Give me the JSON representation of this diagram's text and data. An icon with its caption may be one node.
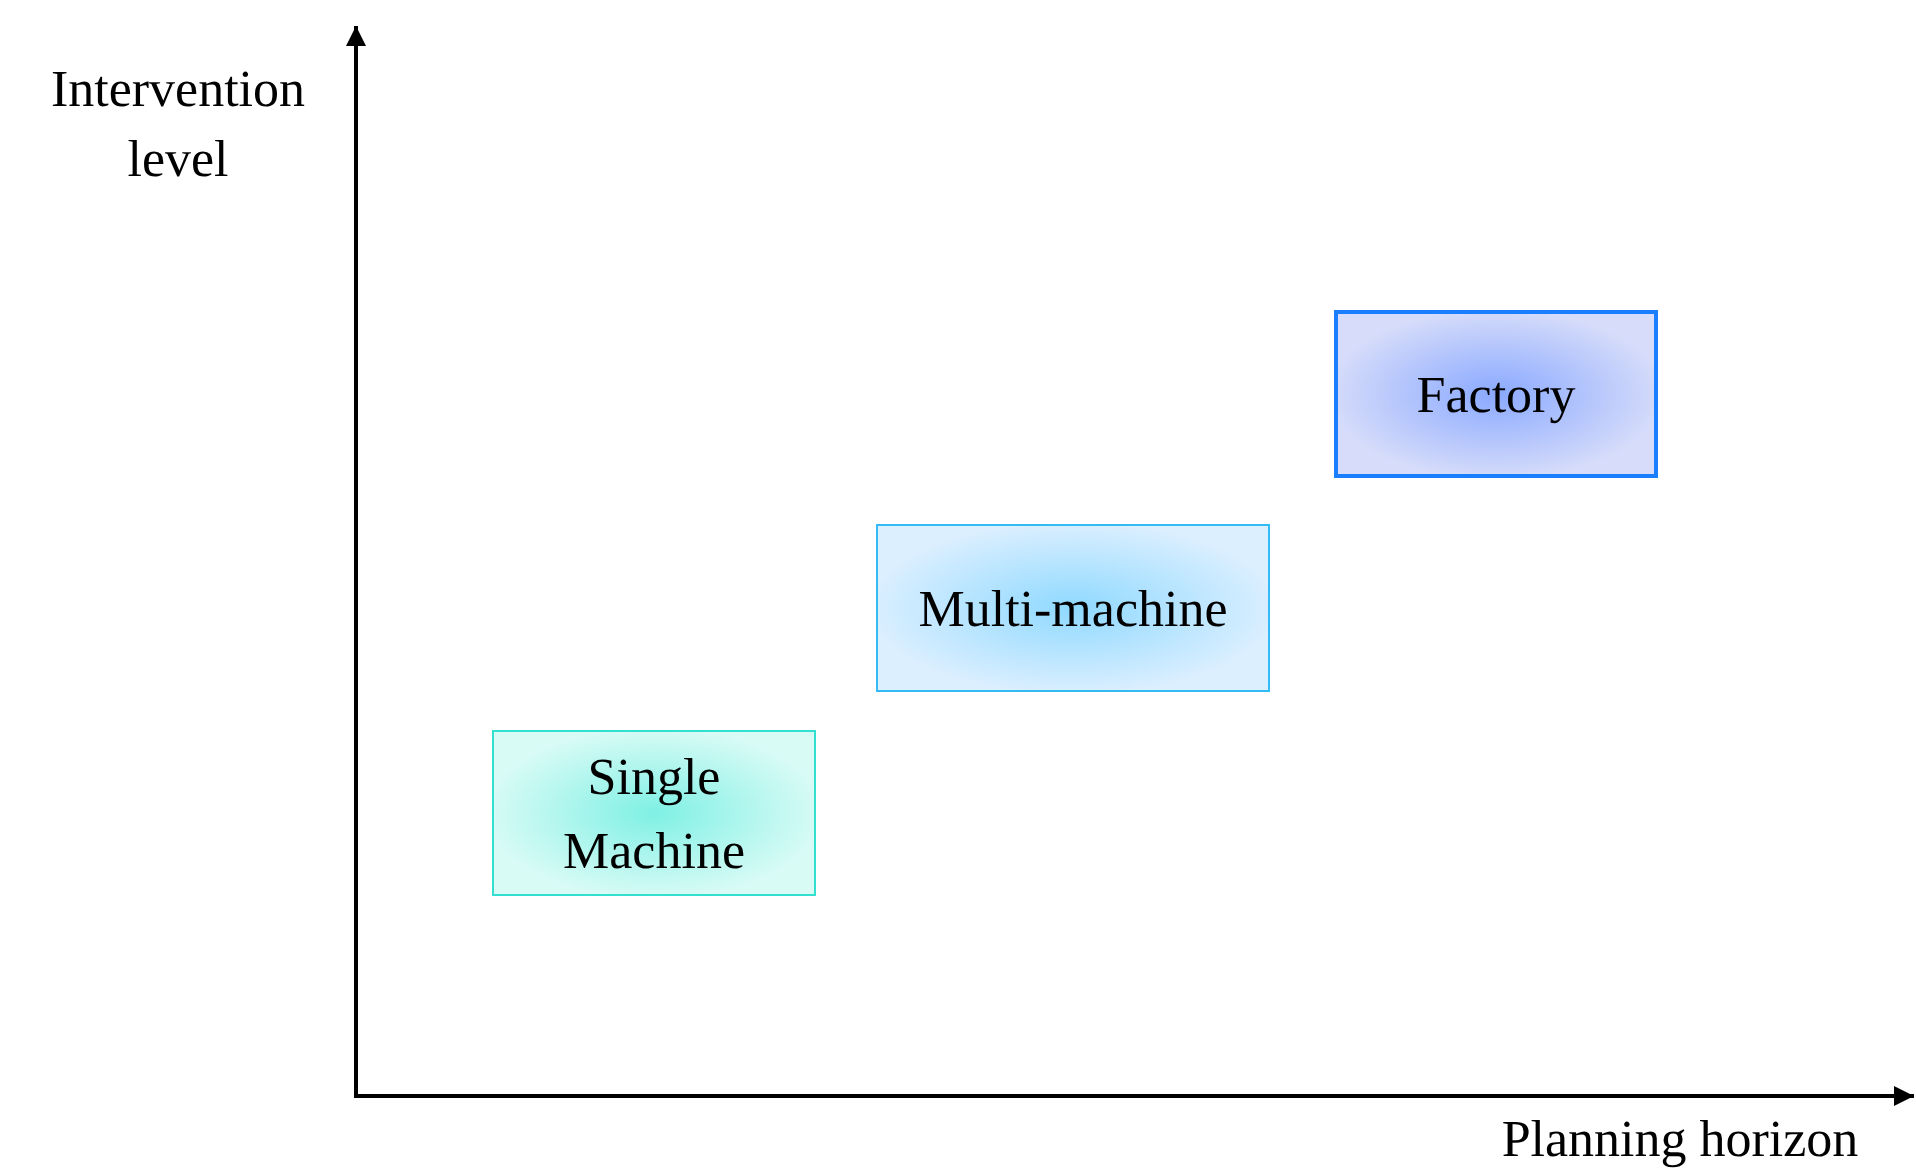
{
  "diagram": {
    "nodes": [
      {
        "text": [
          "Single Machine"
        ]
      },
      {
        "text": [
          "Multi-machine"
        ]
      },
      {
        "text": [
          "Factory"
        ]
      }
    ],
    "labels": [
      "Intervention level",
      "Planning horizon"
    ]
  }
}
